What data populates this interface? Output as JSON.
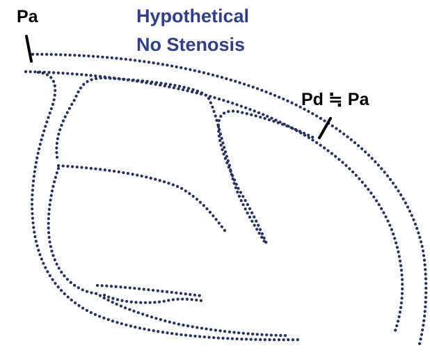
{
  "title": {
    "line1": "Hypothetical",
    "line2": "No Stenosis"
  },
  "labels": {
    "proximal_pressure": "Pa",
    "distal_pressure": "Pd ≒ Pa"
  },
  "colors": {
    "vessel_dots": "#233163",
    "title_text": "#2f3f8f",
    "label_text": "#000000",
    "marker": "#000000",
    "background": "#ffffff"
  }
}
